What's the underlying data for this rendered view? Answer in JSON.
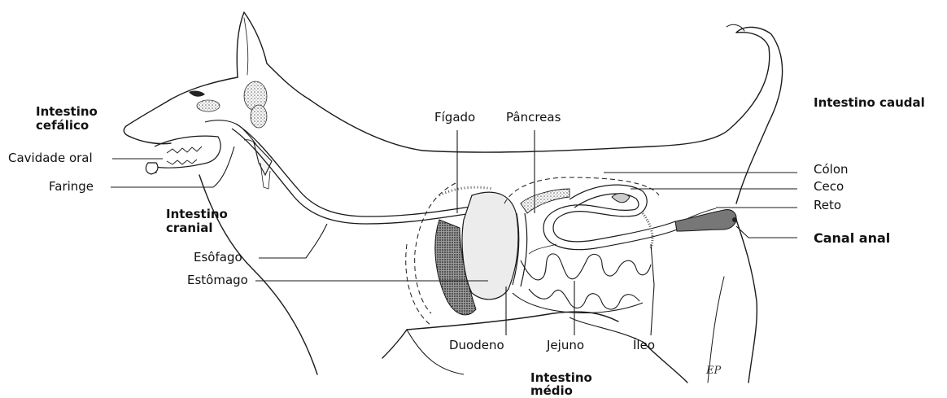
{
  "labels": {
    "intestino_cefalico_1": "Intestino",
    "intestino_cefalico_2": "cefálico",
    "cavidade_oral": "Cavidade oral",
    "faringe": "Faringe",
    "intestino_cranial_1": "Intestino",
    "intestino_cranial_2": "cranial",
    "esofago": "Esôfago",
    "estomago": "Estômago",
    "figado": "Fígado",
    "pancreas": "Pâncreas",
    "intestino_caudal": "Intestino caudal",
    "colon": "Cólon",
    "ceco": "Ceco",
    "reto": "Reto",
    "canal_anal": "Canal anal",
    "duodeno": "Duodeno",
    "jejuno": "Jejuno",
    "ileo": "Íleo",
    "intestino_medio_1": "Intestino",
    "intestino_medio_2": "médio"
  },
  "signature": "EP",
  "colors": {
    "line": "#1a1a1a",
    "stipple": "#555555",
    "organ_fill": "#ececec",
    "dark_fill": "#3a3a3a"
  }
}
